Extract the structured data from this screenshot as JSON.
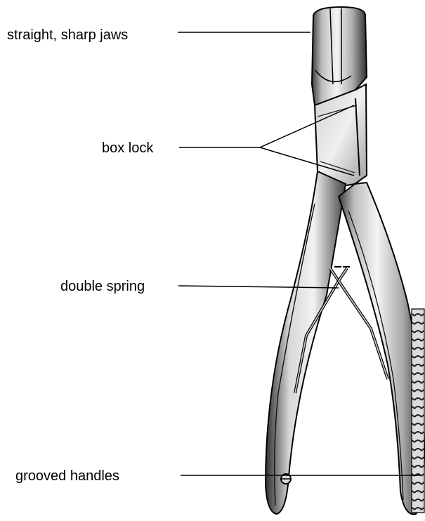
{
  "labels": {
    "jaws": "straight, sharp jaws",
    "box_lock": "box lock",
    "double_spring": "double spring",
    "handles": "grooved handles"
  },
  "colors": {
    "ink": "#000000",
    "steel_light": "#e9e9e9",
    "steel_mid": "#bdbdbd",
    "steel_dark": "#555555",
    "background": "#ffffff"
  }
}
